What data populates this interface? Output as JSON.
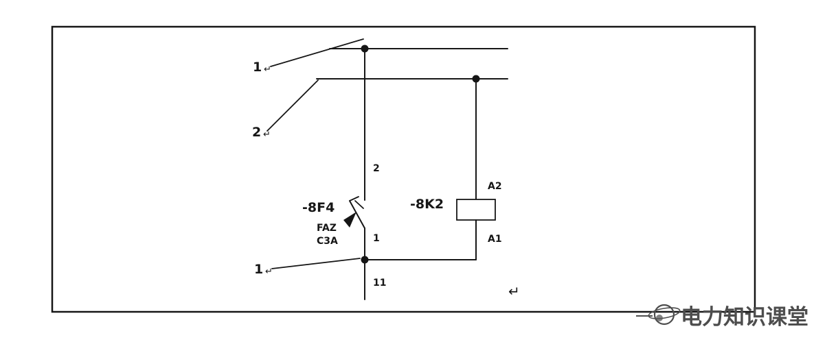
{
  "diagram": {
    "callouts": {
      "top": {
        "num": "1",
        "arrow": "↵"
      },
      "middle": {
        "num": "2",
        "arrow": "↵"
      },
      "bottom": {
        "num": "1",
        "arrow": "↵"
      }
    },
    "breaker": {
      "ref": "-8F4",
      "type_line1": "FAZ",
      "type_line2": "C3A",
      "terminal_top": "2",
      "terminal_bottom": "1",
      "terminal_aux": "11"
    },
    "coil": {
      "ref": "-8K2",
      "terminal_top": "A2",
      "terminal_bottom": "A1"
    },
    "return_mark": "↵"
  },
  "watermark": {
    "text": "电力知识课堂"
  },
  "colors": {
    "line": "#161616",
    "watermark": "#4d4d4d"
  }
}
